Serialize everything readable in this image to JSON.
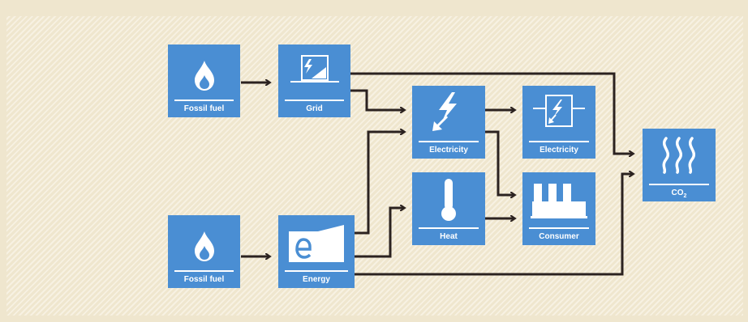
{
  "nodes": {
    "fossil_fuel_top": {
      "label": "Fossil fuel",
      "icon": "flame-icon"
    },
    "grid": {
      "label": "Grid",
      "icon": "grid-transformer-icon"
    },
    "electricity_center": {
      "label": "Electricity",
      "icon": "lightning-bolt-icon"
    },
    "electricity_right": {
      "label": "Electricity",
      "icon": "framed-lightning-icon"
    },
    "co2": {
      "label": "CO",
      "label_sub": "2",
      "icon": "heat-waves-icon"
    },
    "fossil_fuel_bottom": {
      "label": "Fossil fuel",
      "icon": "flame-icon"
    },
    "energy": {
      "label": "Energy",
      "icon": "power-plant-e-icon"
    },
    "heat": {
      "label": "Heat",
      "icon": "thermometer-icon"
    },
    "consumer": {
      "label": "Consumer",
      "icon": "factory-icon"
    }
  },
  "colors": {
    "background": "#efe6ce",
    "node_fill": "#4a8ed3",
    "arrow": "#2b2220"
  }
}
